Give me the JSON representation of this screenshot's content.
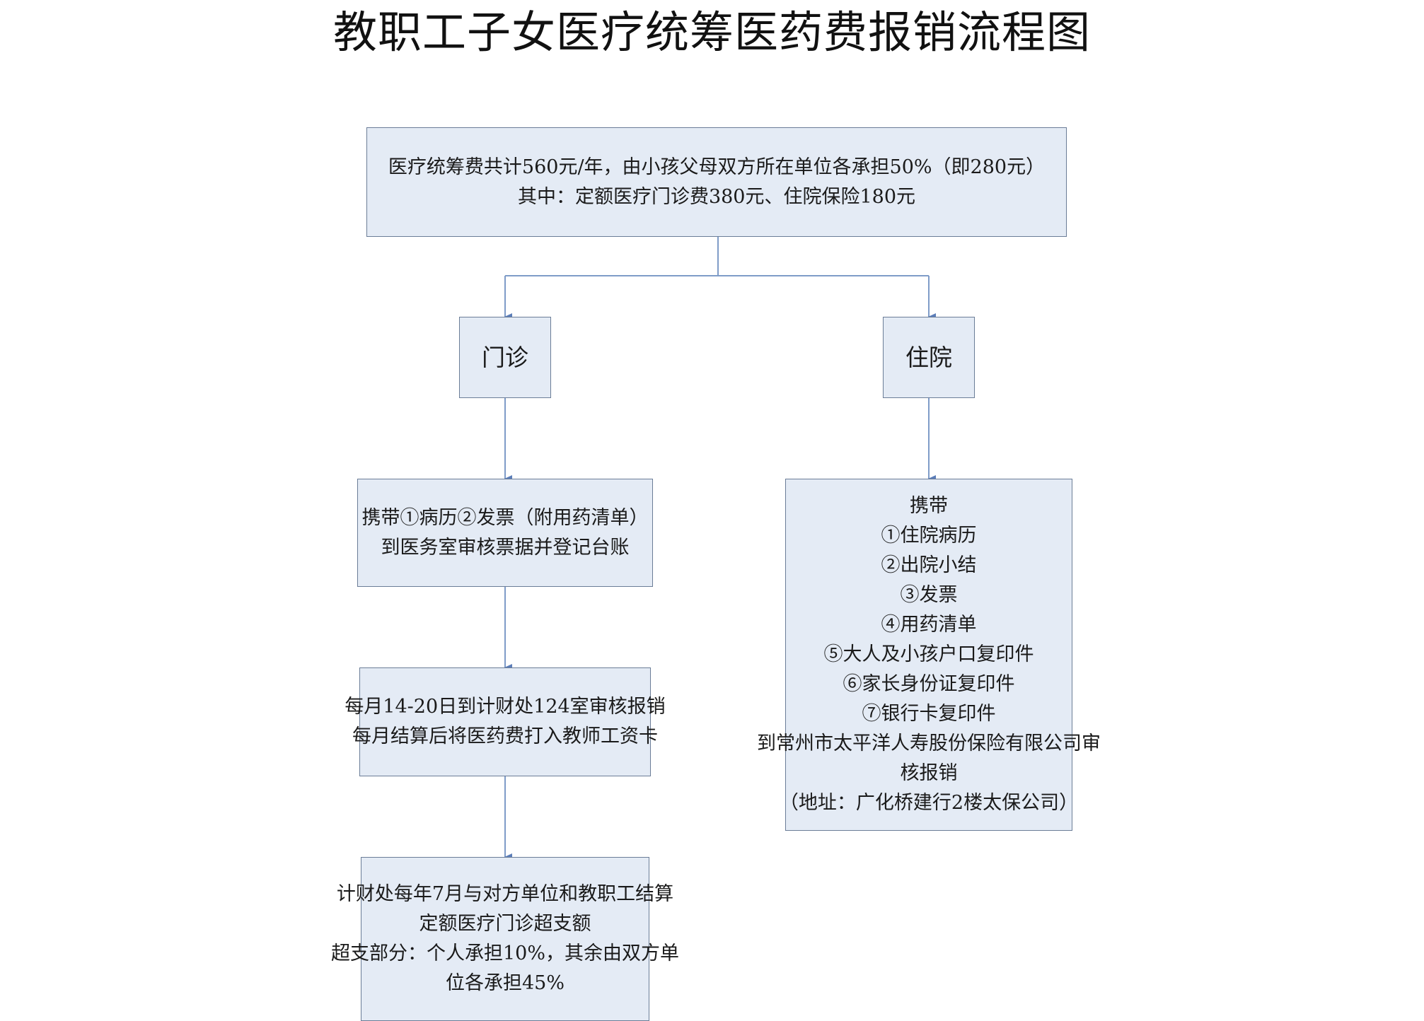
{
  "title": "教职工子女医疗统筹医药费报销流程图",
  "colors": {
    "box_fill": "#e4ebf5",
    "box_border": "#6b7d97",
    "connector": "#5b7db8"
  },
  "nodes": {
    "top": {
      "lines": [
        "医疗统筹费共计560元/年，由小孩父母双方所在单位各承担50%（即280元）",
        "其中：定额医疗门诊费380元、住院保险180元"
      ]
    },
    "outpatient": {
      "label": "门诊"
    },
    "inpatient": {
      "label": "住院"
    },
    "outpatient_step1": {
      "lines": [
        "携带①病历②发票（附用药清单）",
        "到医务室审核票据并登记台账"
      ]
    },
    "outpatient_step2": {
      "lines": [
        "每月14-20日到计财处124室审核报销",
        "每月结算后将医药费打入教师工资卡"
      ]
    },
    "outpatient_step3": {
      "lines": [
        "计财处每年7月与对方单位和教职工结算",
        "定额医疗门诊超支额",
        "超支部分：个人承担10%，其余由双方单",
        "位各承担45%"
      ]
    },
    "inpatient_step1": {
      "lines": [
        "携带",
        "①住院病历",
        "②出院小结",
        "③发票",
        "④用药清单",
        "⑤大人及小孩户口复印件",
        "⑥家长身份证复印件",
        "⑦银行卡复印件",
        "到常州市太平洋人寿股份保险有限公司审",
        "核报销",
        "（地址：广化桥建行2楼太保公司）"
      ]
    }
  }
}
